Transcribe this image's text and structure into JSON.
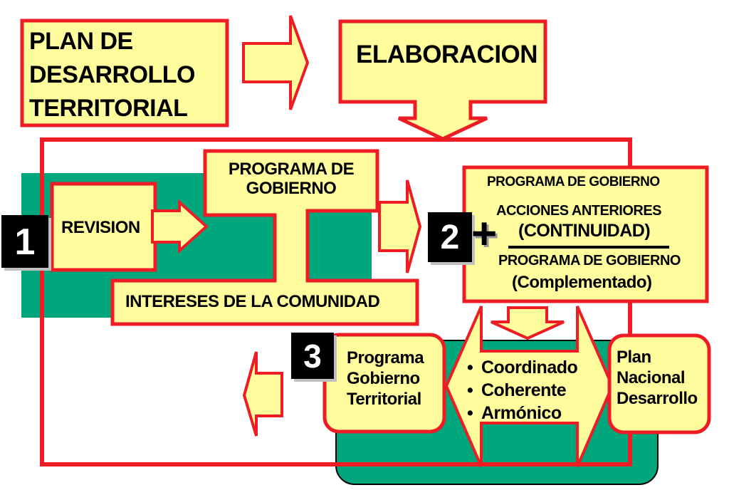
{
  "colors": {
    "fill_yellow": "#fefc9c",
    "border_red": "#ee1c24",
    "teal": "#00a77d",
    "badge_black": "#000000",
    "text": "#000000"
  },
  "boxes": {
    "plan_title": [
      "PLAN DE",
      "DESARROLLO",
      "TERRITORIAL"
    ],
    "elaboracion": "ELABORACION",
    "programa_gobierno": [
      "PROGRAMA DE",
      "GOBIERNO"
    ],
    "revision": "REVISION",
    "intereses": "INTERESES DE LA COMUNIDAD",
    "right_panel": {
      "line1": "PROGRAMA DE GOBIERNO",
      "line2": "ACCIONES ANTERIORES",
      "line3": "(CONTINUIDAD)",
      "line4": "PROGRAMA DE GOBIERNO",
      "line5": "(Complementado)"
    },
    "programa_territorial": [
      "Programa",
      "Gobierno",
      "Territorial"
    ],
    "plan_nacional": [
      "Plan",
      "Nacional",
      "Desarrollo"
    ],
    "attributes": [
      "Coordinado",
      "Coherente",
      "Armónico"
    ],
    "bullet": "•"
  },
  "badges": {
    "one": "1",
    "two": "2",
    "three": "3"
  },
  "plus_sign": "+"
}
